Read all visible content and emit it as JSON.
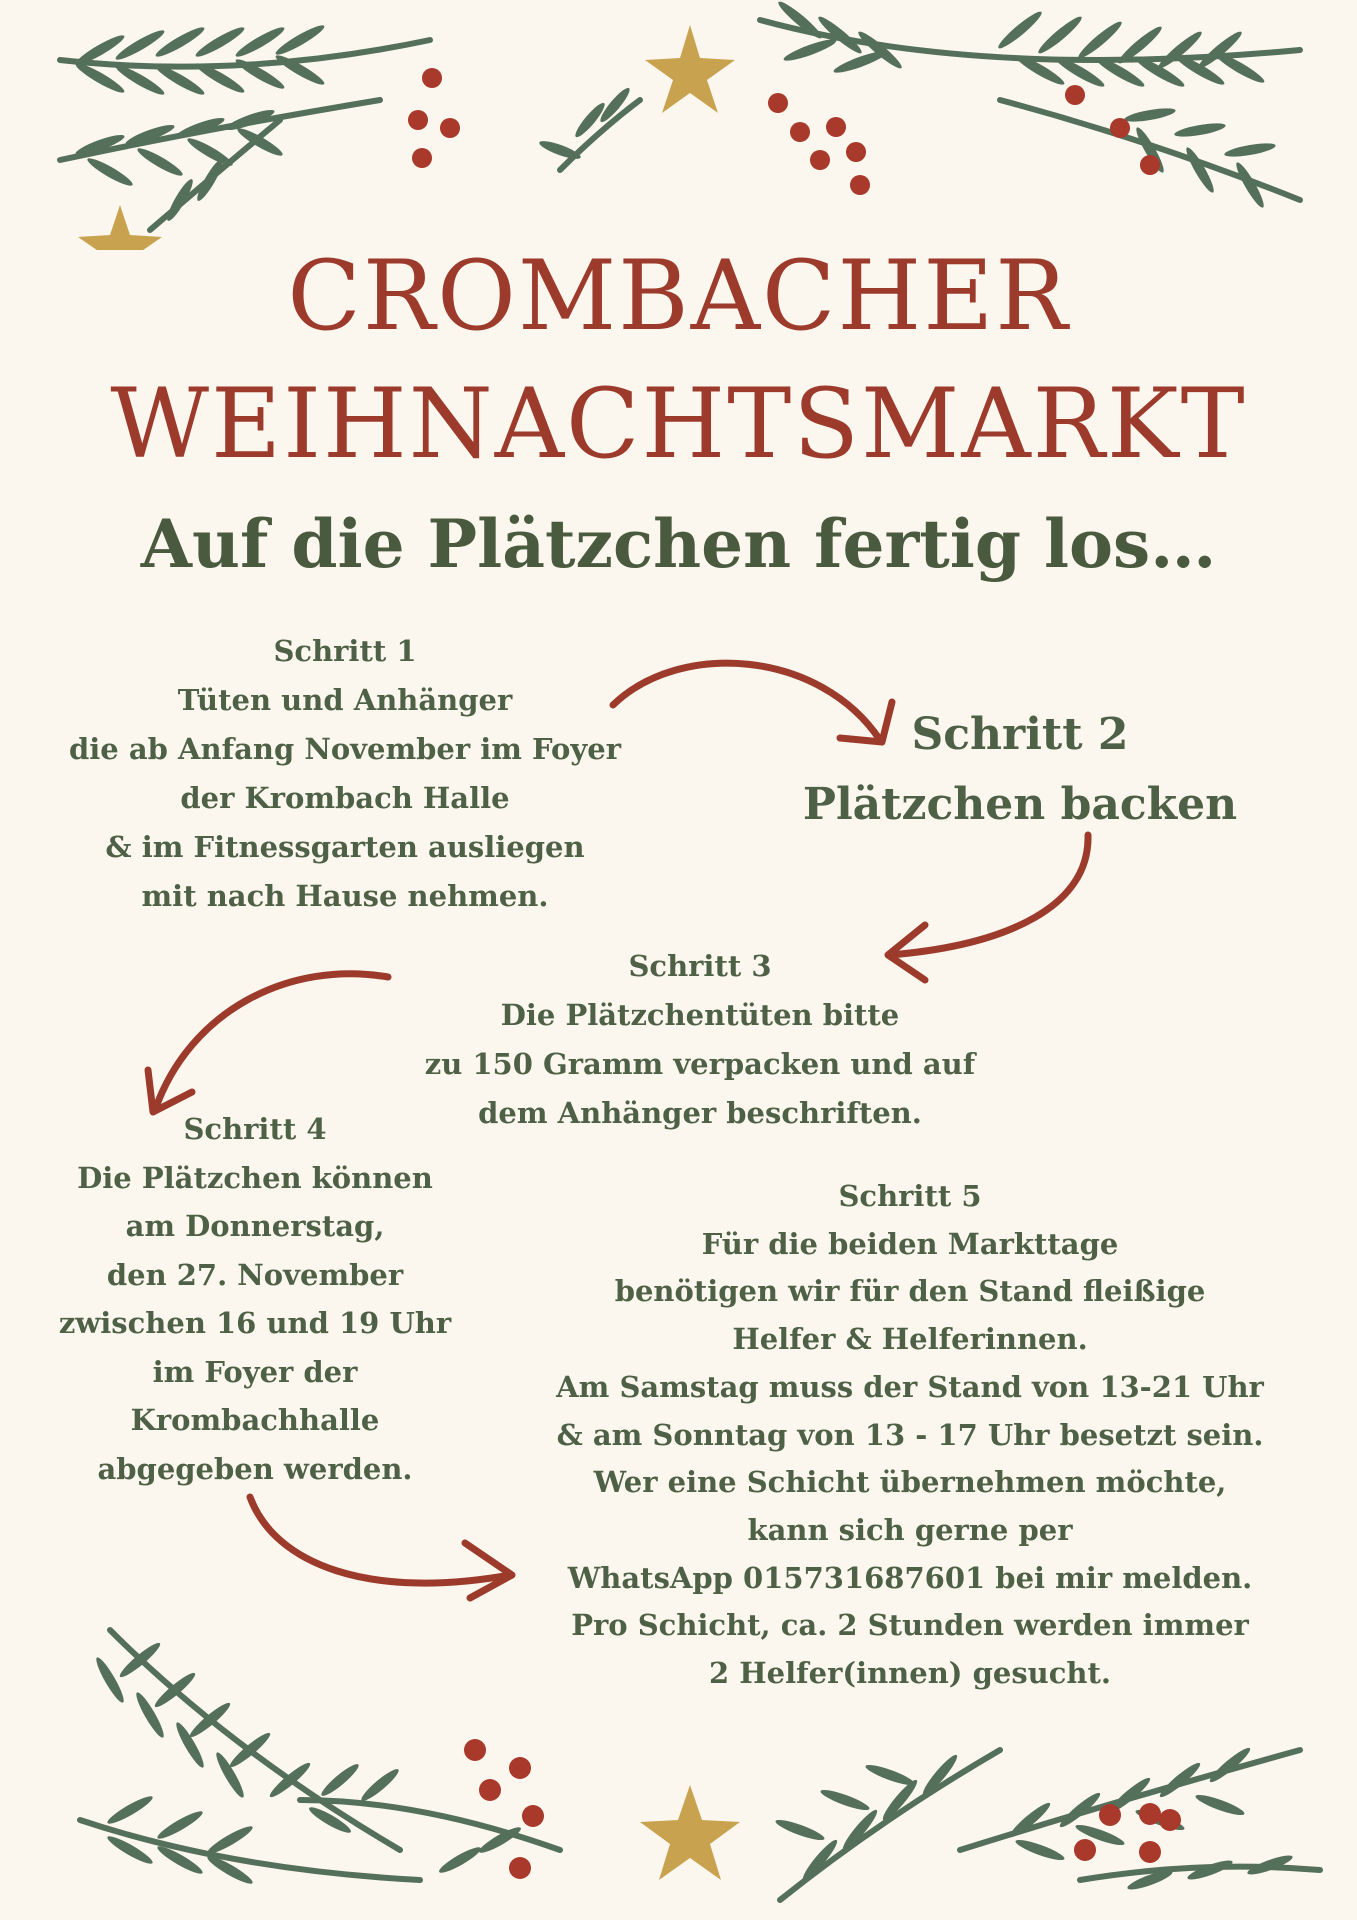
{
  "title": {
    "line1": "CROMBACHER",
    "line2": "WEIHNACHTSMARKT"
  },
  "subtitle": "Auf die Plätzchen fertig los…",
  "steps": [
    {
      "heading": "Schritt 1",
      "lines": [
        "Tüten und Anhänger",
        "die ab Anfang November im Foyer",
        "der Krombach Halle",
        "& im Fitnessgarten ausliegen",
        "mit nach Hause nehmen."
      ]
    },
    {
      "heading": "Schritt 2",
      "lines": [
        "Plätzchen backen"
      ]
    },
    {
      "heading": "Schritt 3",
      "lines": [
        "Die Plätzchentüten  bitte",
        "zu 150 Gramm verpacken und auf",
        "dem Anhänger beschriften."
      ]
    },
    {
      "heading": "Schritt 4",
      "lines": [
        "Die Plätzchen können",
        "am Donnerstag,",
        "den 27. November",
        "zwischen 16 und 19 Uhr",
        "im Foyer der",
        "Krombachhalle",
        "abgegeben werden."
      ]
    },
    {
      "heading": "Schritt 5",
      "lines": [
        "Für die beiden Markttage",
        "benötigen wir für den Stand fleißige",
        "Helfer & Helferinnen.",
        "Am Samstag muss der Stand von 13-21 Uhr",
        "& am Sonntag von 13 - 17 Uhr besetzt sein.",
        "Wer eine Schicht übernehmen möchte,",
        "kann sich gerne per",
        "WhatsApp 015731687601 bei mir melden.",
        "Pro Schicht, ca. 2 Stunden werden immer",
        "2 Helfer(innen) gesucht."
      ]
    }
  ],
  "colors": {
    "background": "#fbf7ee",
    "title": "#9c3a2c",
    "text": "#4e6146",
    "arrow": "#9c3a2c",
    "greenery": "#55705a",
    "berry": "#a8392b",
    "star": "#c9a24f"
  }
}
